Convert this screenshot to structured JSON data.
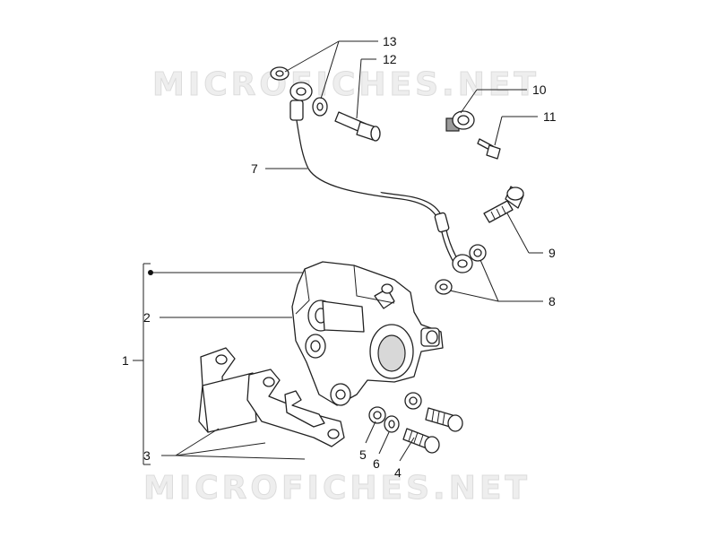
{
  "watermark": {
    "top": "MICROFICHES.NET",
    "bottom": "MICROFICHES.NET"
  },
  "callouts": [
    {
      "id": "1",
      "label": "1"
    },
    {
      "id": "2",
      "label": "2"
    },
    {
      "id": "3",
      "label": "3"
    },
    {
      "id": "4",
      "label": "4"
    },
    {
      "id": "5",
      "label": "5"
    },
    {
      "id": "6",
      "label": "6"
    },
    {
      "id": "7",
      "label": "7"
    },
    {
      "id": "8",
      "label": "8"
    },
    {
      "id": "9",
      "label": "9"
    },
    {
      "id": "10",
      "label": "10"
    },
    {
      "id": "11",
      "label": "11"
    },
    {
      "id": "12",
      "label": "12"
    },
    {
      "id": "13",
      "label": "13"
    }
  ],
  "colors": {
    "line": "#222222",
    "watermark": "#e6e6e6",
    "pad_shade": "#c8c8c8"
  }
}
